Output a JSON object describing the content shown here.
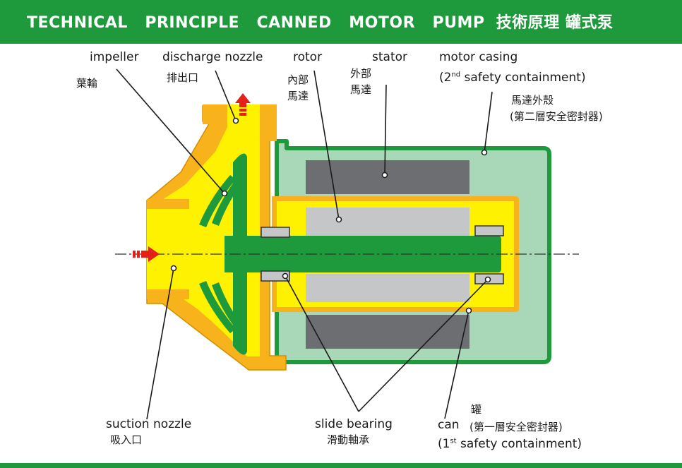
{
  "header": {
    "title": "TECHNICAL   PRINCIPLE   CANNED   MOTOR   PUMP  技術原理 罐式泵"
  },
  "colors": {
    "header_green": "#1e9a3c",
    "liquid_yellow": "#fff200",
    "casing_orange": "#f8b21c",
    "impeller_green": "#1e9a3c",
    "motor_casing_fill": "#a9d8b8",
    "stator_dark": "#6d6e71",
    "rotor_light": "#c4c6c8",
    "flow_arrow_red": "#e32119"
  },
  "labels": {
    "impeller": {
      "en": "impeller",
      "zh": "葉輪"
    },
    "discharge_nozzle": {
      "en": "discharge nozzle",
      "zh": "排出口"
    },
    "rotor": {
      "en": "rotor",
      "zh_line1": "內部",
      "zh_line2": "馬達"
    },
    "stator": {
      "en": "stator",
      "zh_line1": "外部",
      "zh_line2": "馬達"
    },
    "motor_casing": {
      "en": "motor casing",
      "sub_prefix": "(2",
      "sub_sup": "nd",
      "sub_suffix": " safety containment)",
      "zh_line1": "馬達外殼",
      "zh_line2": "(第二層安全密封器)"
    },
    "suction_nozzle": {
      "en": "suction nozzle",
      "zh": "吸入口"
    },
    "slide_bearing": {
      "en": "slide bearing",
      "zh": "滑動軸承"
    },
    "can": {
      "zh_top": "罐",
      "en": "can",
      "zh_detail": "(第一層安全密封器)",
      "sub_prefix": "(1",
      "sub_sup": "st",
      "sub_suffix": " safety containment)"
    }
  }
}
